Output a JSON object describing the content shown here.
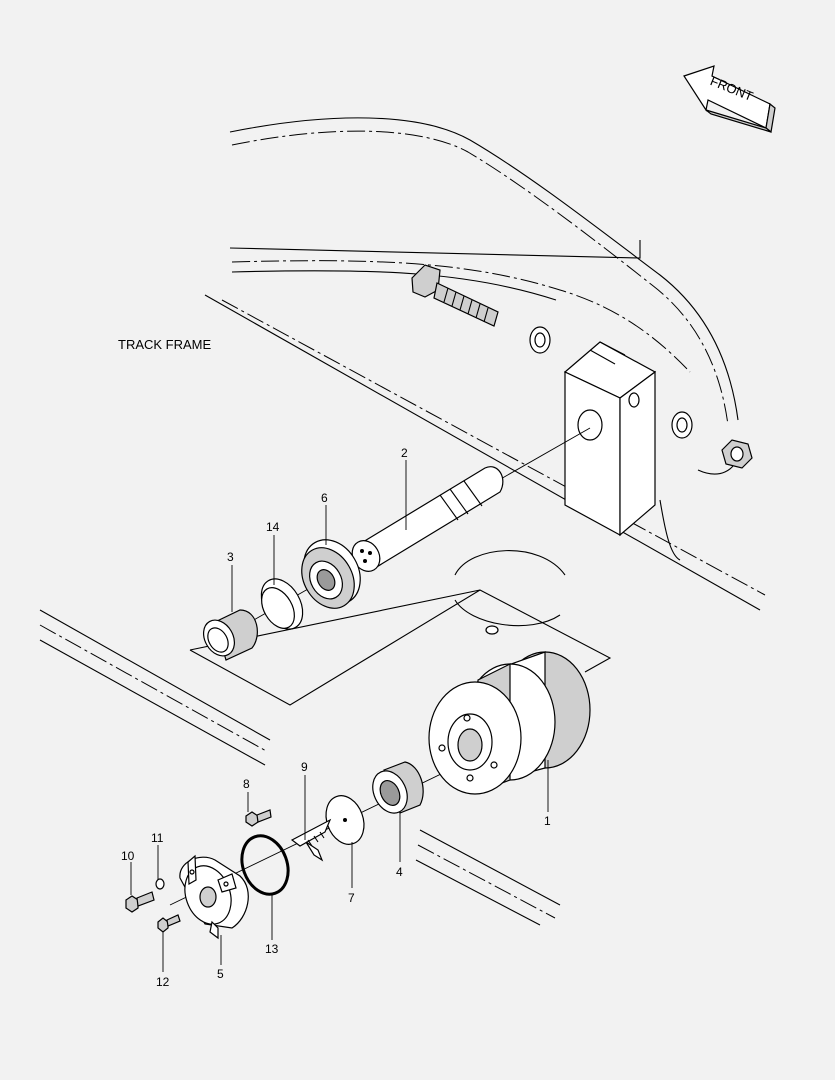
{
  "diagram": {
    "frame_label": "TRACK FRAME",
    "front_label": "FRONT",
    "callouts": [
      {
        "id": "1",
        "text": "1"
      },
      {
        "id": "2",
        "text": "2"
      },
      {
        "id": "3",
        "text": "3"
      },
      {
        "id": "4",
        "text": "4"
      },
      {
        "id": "5",
        "text": "5"
      },
      {
        "id": "6",
        "text": "6"
      },
      {
        "id": "7",
        "text": "7"
      },
      {
        "id": "8",
        "text": "8"
      },
      {
        "id": "9",
        "text": "9"
      },
      {
        "id": "10",
        "text": "10"
      },
      {
        "id": "11",
        "text": "11"
      },
      {
        "id": "12",
        "text": "12"
      },
      {
        "id": "13",
        "text": "13"
      },
      {
        "id": "14",
        "text": "14"
      }
    ]
  }
}
